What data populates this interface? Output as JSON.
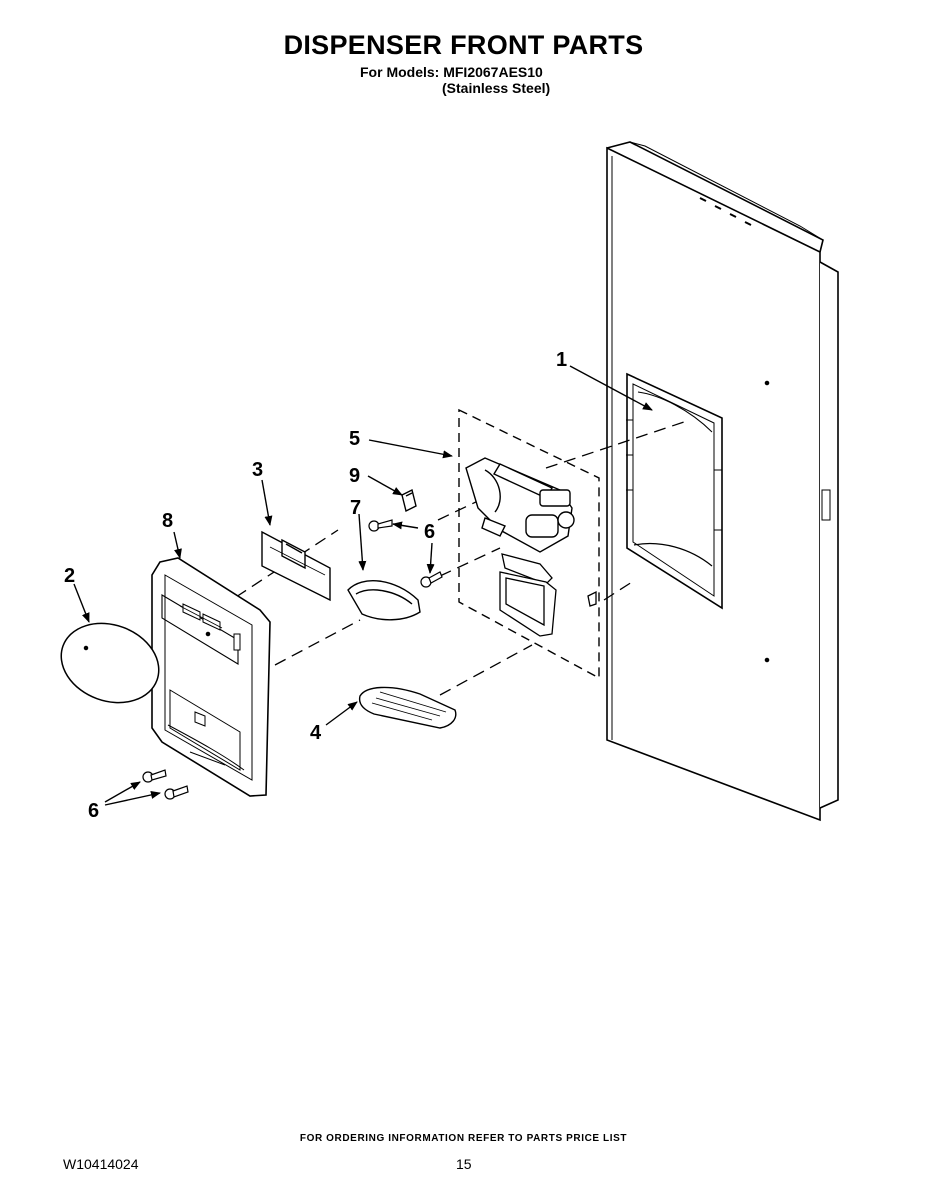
{
  "header": {
    "title": "DISPENSER FRONT PARTS",
    "models_line": "For Models: MFI2067AES10",
    "variant_line": "(Stainless Steel)"
  },
  "callouts": {
    "c1": "1",
    "c2": "2",
    "c3": "3",
    "c4": "4",
    "c5": "5",
    "c6a": "6",
    "c6b": "6",
    "c7": "7",
    "c8": "8",
    "c9": "9"
  },
  "footer": {
    "ordering_note": "FOR ORDERING INFORMATION REFER TO PARTS PRICE LIST",
    "document_number": "W10414024",
    "page_number": "15"
  }
}
